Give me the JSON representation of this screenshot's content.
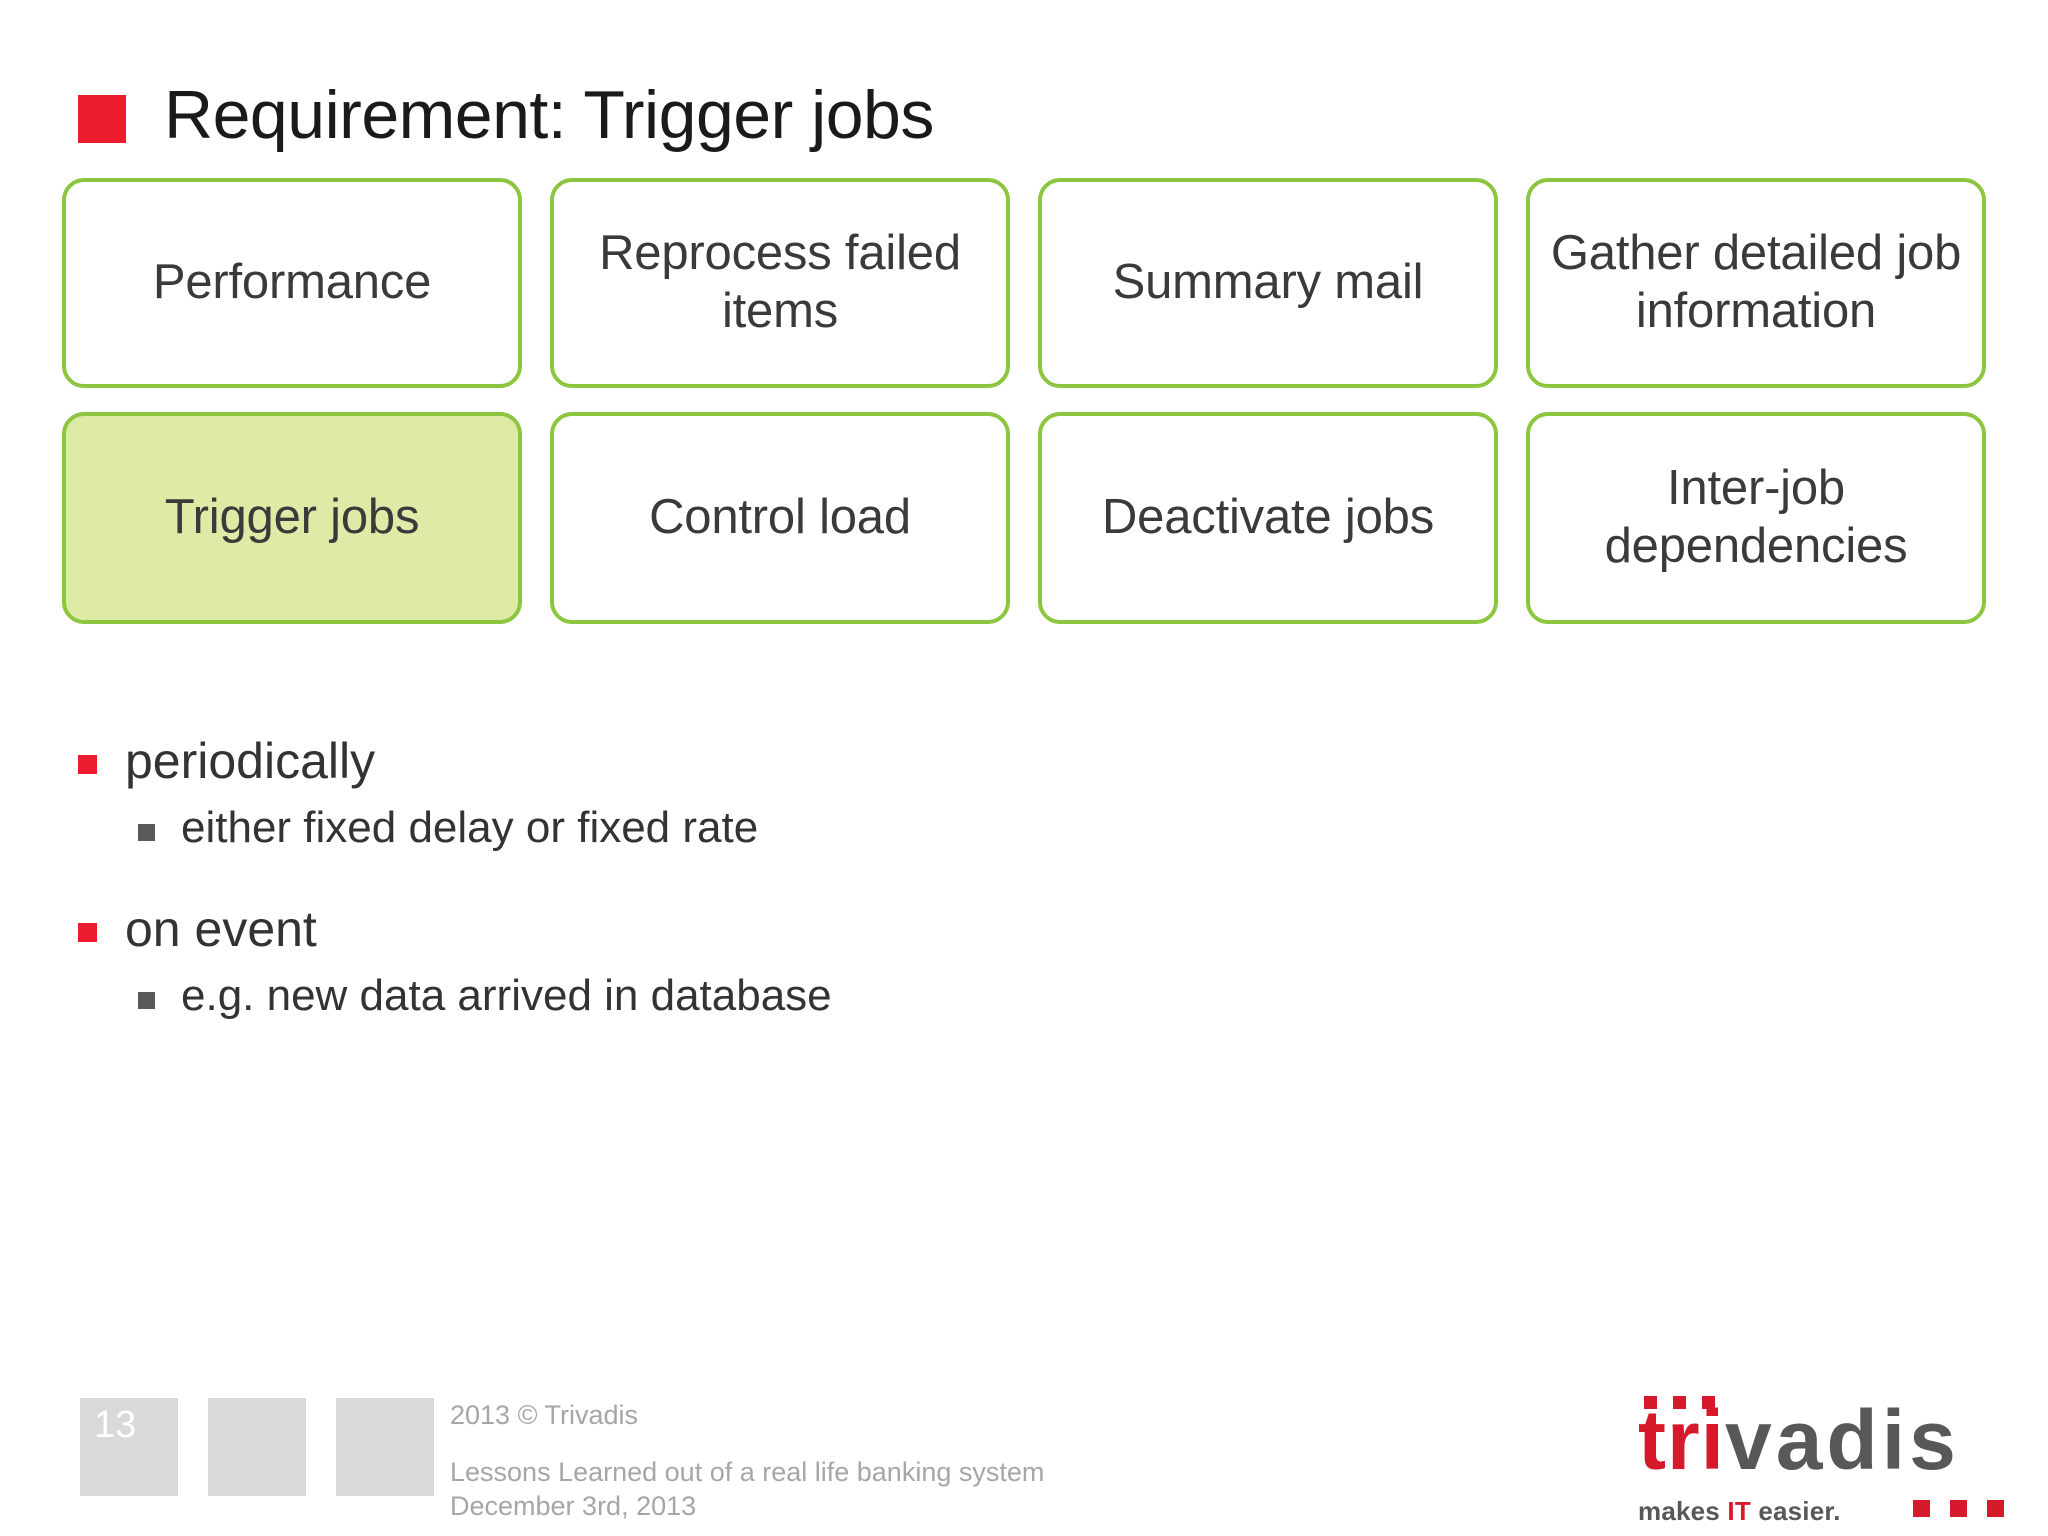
{
  "slide": {
    "title": "Requirement: Trigger jobs",
    "accent_red": "#ED1C2E",
    "accent_green": "#8CC63E",
    "highlight_fill": "#DEEBA6"
  },
  "tiles": [
    {
      "label": "Performance",
      "active": false
    },
    {
      "label": "Reprocess failed items",
      "active": false
    },
    {
      "label": "Summary mail",
      "active": false
    },
    {
      "label": "Gather detailed job information",
      "active": false
    },
    {
      "label": "Trigger jobs",
      "active": true
    },
    {
      "label": "Control load",
      "active": false
    },
    {
      "label": "Deactivate jobs",
      "active": false
    },
    {
      "label": "Inter-job dependencies",
      "active": false
    }
  ],
  "bullets": [
    {
      "level": 1,
      "text": "periodically"
    },
    {
      "level": 2,
      "text": "either fixed delay or fixed rate"
    },
    {
      "level": 1,
      "text": "on event"
    },
    {
      "level": 2,
      "text": "e.g. new data arrived in database"
    }
  ],
  "footer": {
    "page_number": "13",
    "copyright": "2013 © Trivadis",
    "subject": "Lessons Learned out of a real life banking system",
    "date": "December 3rd, 2013"
  },
  "logo": {
    "word_red": "tri",
    "word_dark": "vadis",
    "tagline_pre": "makes ",
    "tagline_it": "IT",
    "tagline_post": " easier."
  }
}
